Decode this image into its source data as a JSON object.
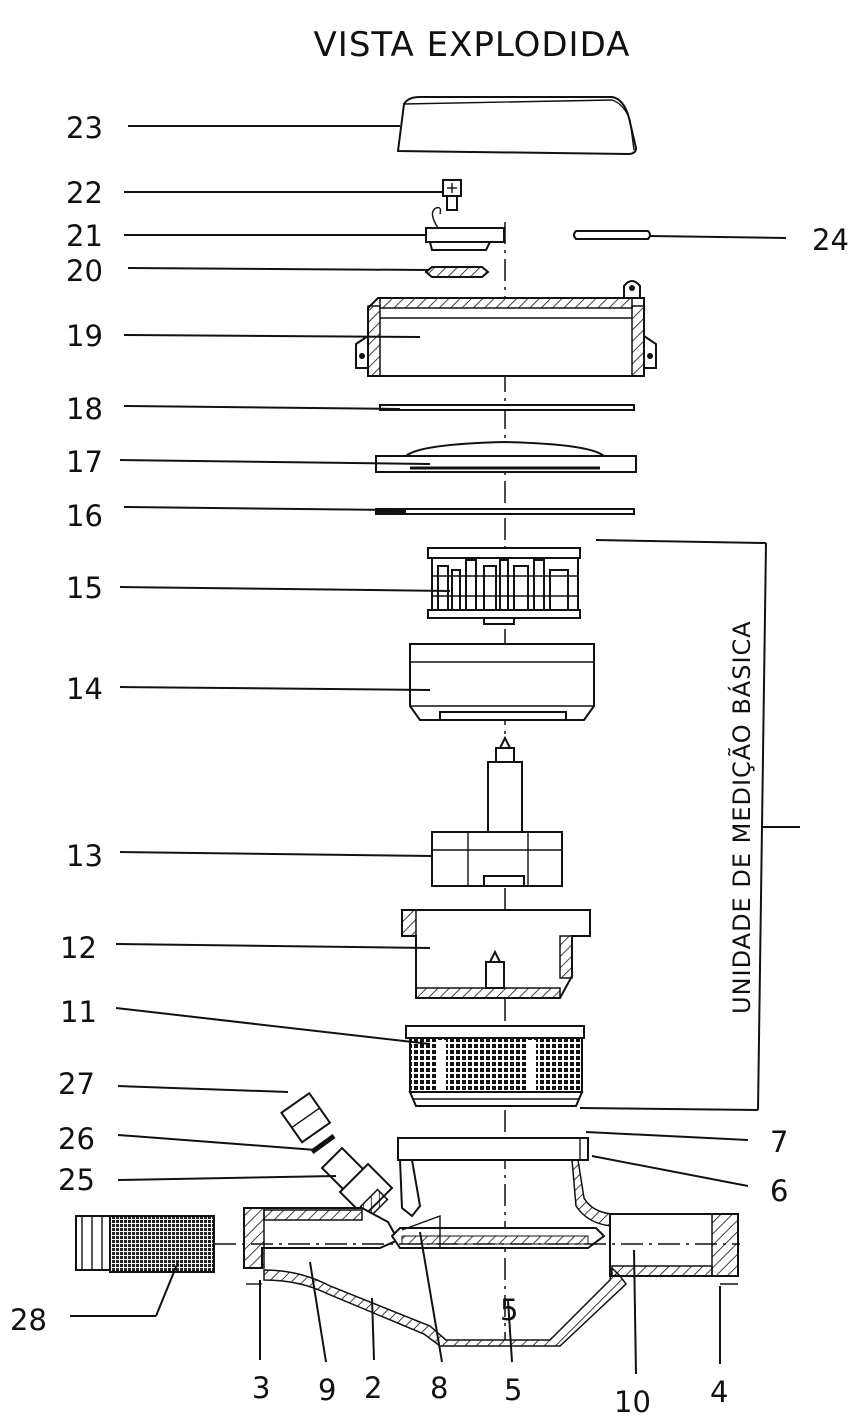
{
  "title": "VISTA EXPLODIDA",
  "group_label": "UNIDADE DE MEDIÇÃO BÁSICA",
  "parts": {
    "p2": "2",
    "p3": "3",
    "p4": "4",
    "p5": "5",
    "p6": "6",
    "p7": "7",
    "p8": "8",
    "p9": "9",
    "p10": "10",
    "p11": "11",
    "p12": "12",
    "p13": "13",
    "p14": "14",
    "p15": "15",
    "p16": "16",
    "p17": "17",
    "p18": "18",
    "p19": "19",
    "p20": "20",
    "p21": "21",
    "p22": "22",
    "p23": "23",
    "p24": "24",
    "p25": "25",
    "p26": "26",
    "p27": "27",
    "p28": "28"
  },
  "colors": {
    "ink": "#111111",
    "background": "#ffffff"
  }
}
